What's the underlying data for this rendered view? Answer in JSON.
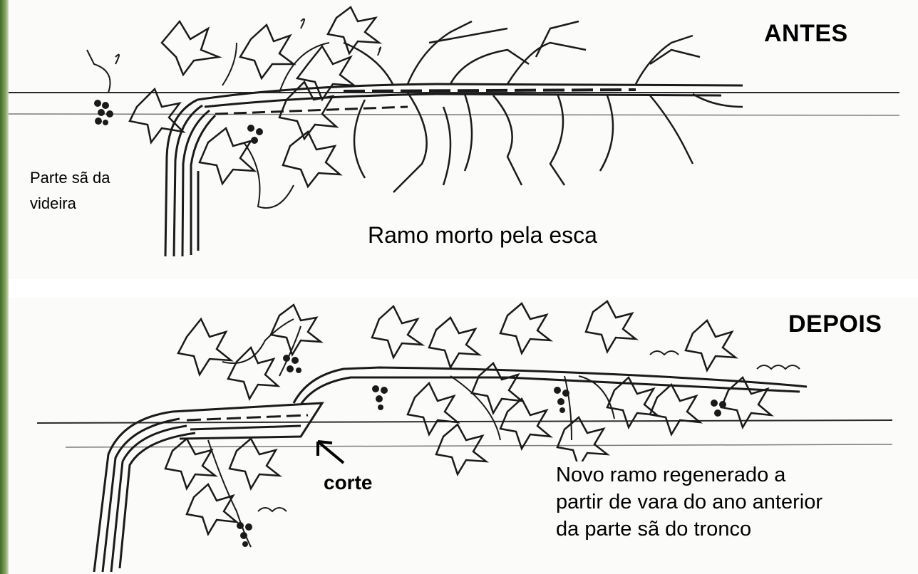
{
  "panels": {
    "before": {
      "title": "ANTES",
      "healthy_label_line1": "Parte sã da",
      "healthy_label_line2": "videira",
      "dead_branch_label": "Ramo morto pela esca"
    },
    "after": {
      "title": "DEPOIS",
      "cut_label": "corte",
      "new_branch_line1": "Novo ramo regenerado a",
      "new_branch_line2": "partir de vara do ano anterior",
      "new_branch_line3": "da parte sã do tronco"
    }
  },
  "colors": {
    "ink": "#1a1a1a",
    "wire": "#2a2a2a",
    "page": "#fbfbfa",
    "edge_green": "#5f8a3f"
  }
}
